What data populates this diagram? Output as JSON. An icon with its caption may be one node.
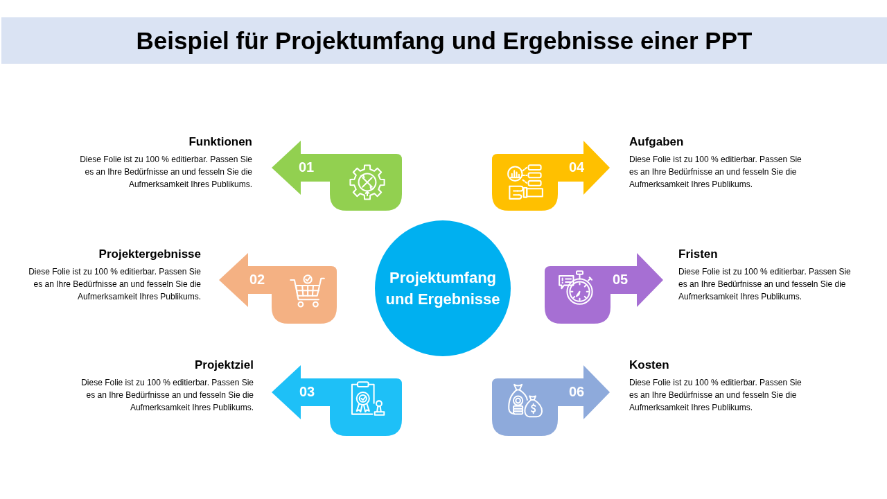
{
  "diagram": {
    "title": "Beispiel für Projektumfang und Ergebnisse einer PPT",
    "nodes": [
      {
        "text": [
          "Projektumfang und Ergebnisse"
        ]
      },
      {
        "text": [
          "01"
        ],
        "beside": [
          "Funktionen",
          "Diese Folie ist zu 100 % editierbar. Passen Sie es an Ihre Bedürfnisse an und fesseln Sie die Aufmerksamkeit Ihres Publikums."
        ]
      },
      {
        "text": [
          "02"
        ],
        "beside": [
          "Projektergebnisse",
          "Diese Folie ist zu 100 % editierbar. Passen Sie es an Ihre Bedürfnisse an und fesseln Sie die Aufmerksamkeit Ihres Publikums."
        ]
      },
      {
        "text": [
          "03"
        ],
        "beside": [
          "Projektziel",
          "Diese Folie ist zu 100 % editierbar. Passen Sie es an Ihre Bedürfnisse an und fesseln Sie die Aufmerksamkeit Ihres Publikums."
        ]
      },
      {
        "text": [
          "04"
        ],
        "beside": [
          "Aufgaben",
          "Diese Folie ist zu 100 % editierbar. Passen Sie es an Ihre Bedürfnisse an und fesseln Sie die Aufmerksamkeit Ihres Publikums."
        ]
      },
      {
        "text": [
          "05"
        ],
        "beside": [
          "Fristen",
          "Diese Folie ist zu 100 % editierbar. Passen Sie es an Ihre Bedürfnisse an und fesseln Sie die Aufmerksamkeit Ihres Publikums."
        ]
      },
      {
        "text": [
          "06"
        ],
        "beside": [
          "Kosten",
          "Diese Folie ist zu 100 % editierbar. Passen Sie es an Ihre Bedürfnisse an und fesseln Sie die Aufmerksamkeit Ihres Publikums."
        ]
      }
    ]
  }
}
